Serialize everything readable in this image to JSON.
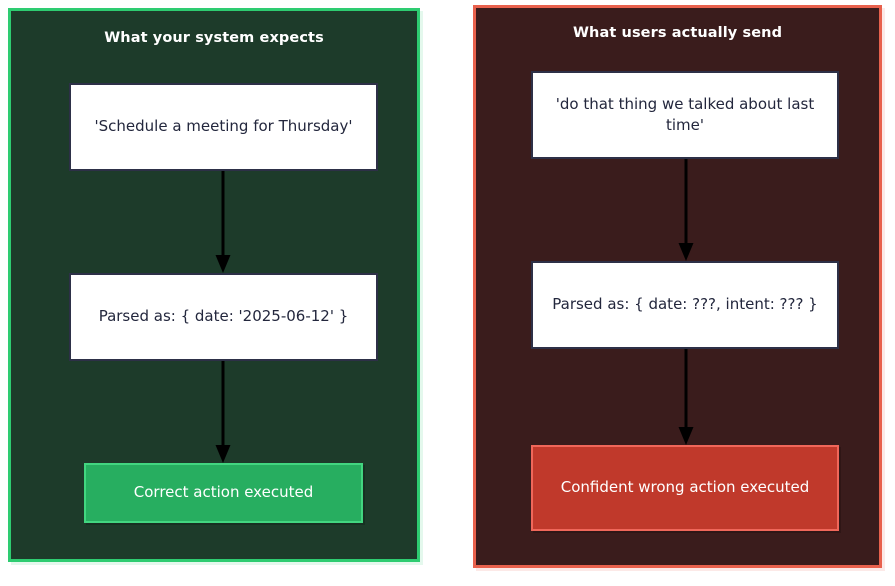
{
  "diagram": {
    "background_color": "#ffffff",
    "panels": [
      {
        "id": "expected",
        "title": "What your system expects",
        "border_color": "#2ecc71",
        "fill_color": "#1d3b2a",
        "nodes": [
          {
            "id": "input",
            "label": "'Schedule a meeting for Thursday'",
            "style": "plain"
          },
          {
            "id": "parsed",
            "label": "Parsed as: { date: '2025-06-12' }",
            "style": "plain"
          },
          {
            "id": "outcome",
            "label": "Correct action executed",
            "style": "good"
          }
        ],
        "edges": [
          {
            "from": "input",
            "to": "parsed",
            "arrow": "down-arrow"
          },
          {
            "from": "parsed",
            "to": "outcome",
            "arrow": "down-arrow"
          }
        ]
      },
      {
        "id": "actual",
        "title": "What users actually send",
        "border_color": "#e8614d",
        "fill_color": "#3a1c1c",
        "nodes": [
          {
            "id": "input",
            "label": "'do that thing we talked about last time'",
            "style": "plain"
          },
          {
            "id": "parsed",
            "label": "Parsed as: { date: ???, intent: ??? }",
            "style": "plain"
          },
          {
            "id": "outcome",
            "label": "Confident wrong action executed",
            "style": "bad"
          }
        ],
        "edges": [
          {
            "from": "input",
            "to": "parsed",
            "arrow": "down-arrow"
          },
          {
            "from": "parsed",
            "to": "outcome",
            "arrow": "down-arrow"
          }
        ]
      }
    ],
    "colors": {
      "node_fill": "#ffffff",
      "node_border": "#2d3047",
      "node_text": "#23273d",
      "success_fill": "#27ae60",
      "success_border": "#42d680",
      "failure_fill": "#c0392b",
      "failure_border": "#f0675a",
      "arrow": "#000000",
      "title_text": "#ffffff"
    }
  }
}
